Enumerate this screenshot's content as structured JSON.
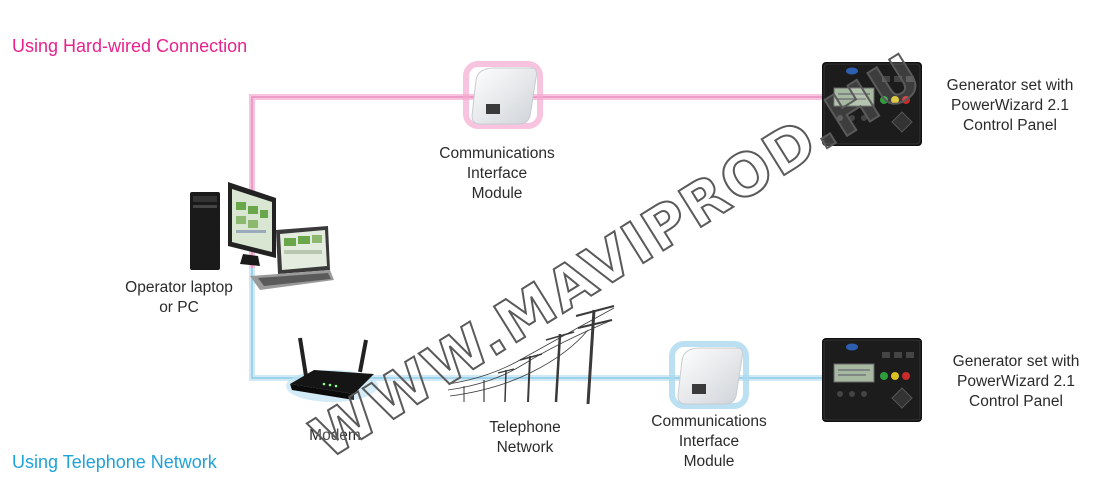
{
  "sections": {
    "hardwired_title": "Using Hard-wired Connection",
    "telephone_title": "Using Telephone Network"
  },
  "labels": {
    "cim_top": [
      "Communications",
      "Interface",
      "Module"
    ],
    "genset_top": [
      "Generator set with",
      "PowerWizard 2.1",
      "Control Panel"
    ],
    "operator": [
      "Operator laptop",
      "or PC"
    ],
    "modem": "Modem",
    "telephone": [
      "Telephone",
      "Network"
    ],
    "cim_bottom": [
      "Communications",
      "Interface",
      "Module"
    ],
    "genset_bottom": [
      "Generator set with",
      "PowerWizard 2.1",
      "Control Panel"
    ]
  },
  "watermark": "WWW.MAVIPROD.HU",
  "colors": {
    "hardwired": "#e8218c",
    "hardwired_line": "#f4a6cf",
    "telephone": "#1ea3d8",
    "telephone_line": "#a9d8ef"
  },
  "icons": {
    "computer": "desktop-and-laptop-icon",
    "cim": "communications-module-icon",
    "panel": "control-panel-icon",
    "modem": "router-modem-icon",
    "poles": "telephone-poles-icon"
  }
}
